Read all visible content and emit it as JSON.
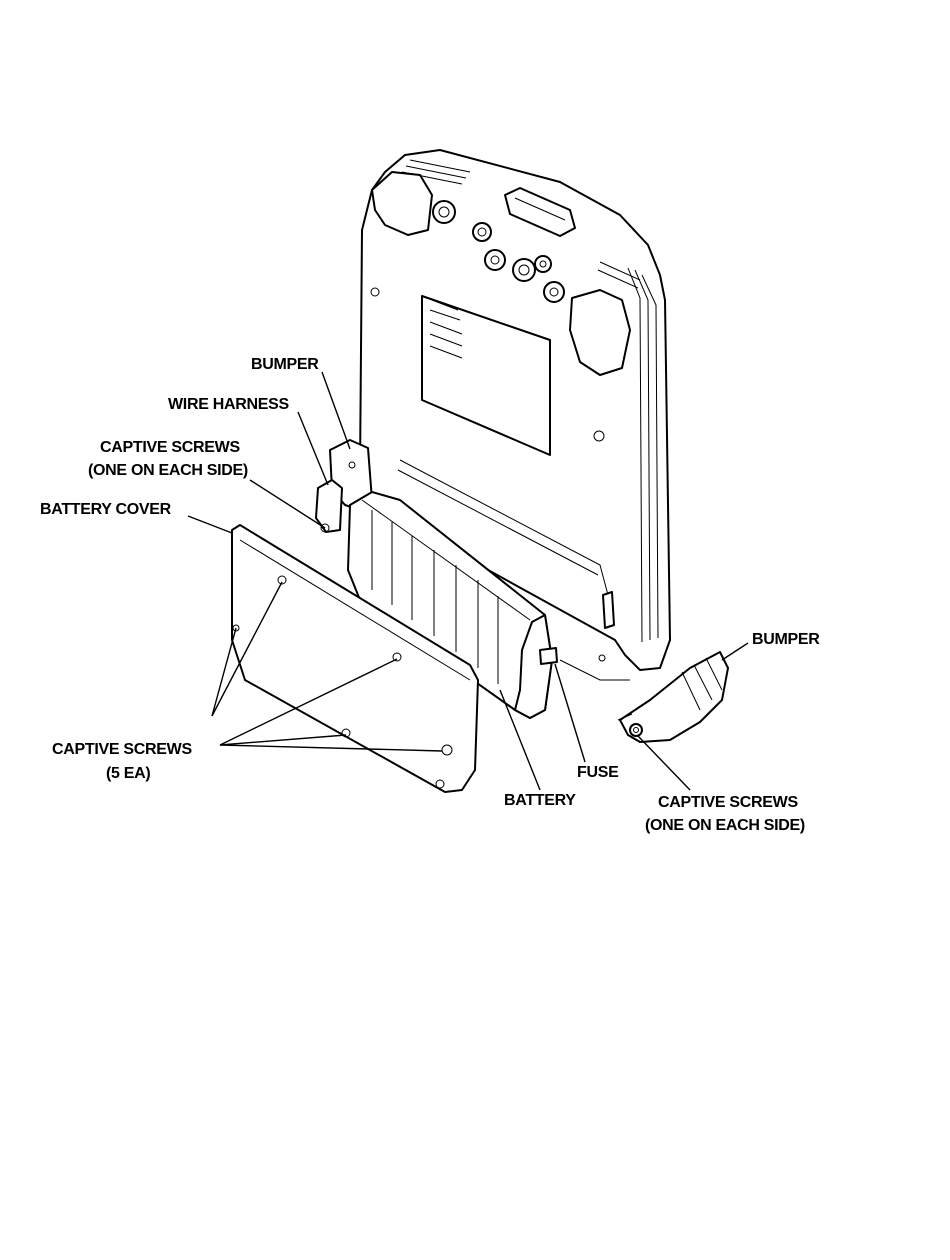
{
  "labels": {
    "bumper_top": "BUMPER",
    "wire_harness": "WIRE HARNESS",
    "captive_screws_top_line1": "CAPTIVE SCREWS",
    "captive_screws_top_line2": "(ONE ON EACH SIDE)",
    "battery_cover": "BATTERY COVER",
    "captive_screws_left_line1": "CAPTIVE SCREWS",
    "captive_screws_left_line2": "(5 EA)",
    "battery": "BATTERY",
    "fuse": "FUSE",
    "bumper_right": "BUMPER",
    "captive_screws_right_line1": "CAPTIVE SCREWS",
    "captive_screws_right_line2": "(ONE ON EACH SIDE)"
  }
}
